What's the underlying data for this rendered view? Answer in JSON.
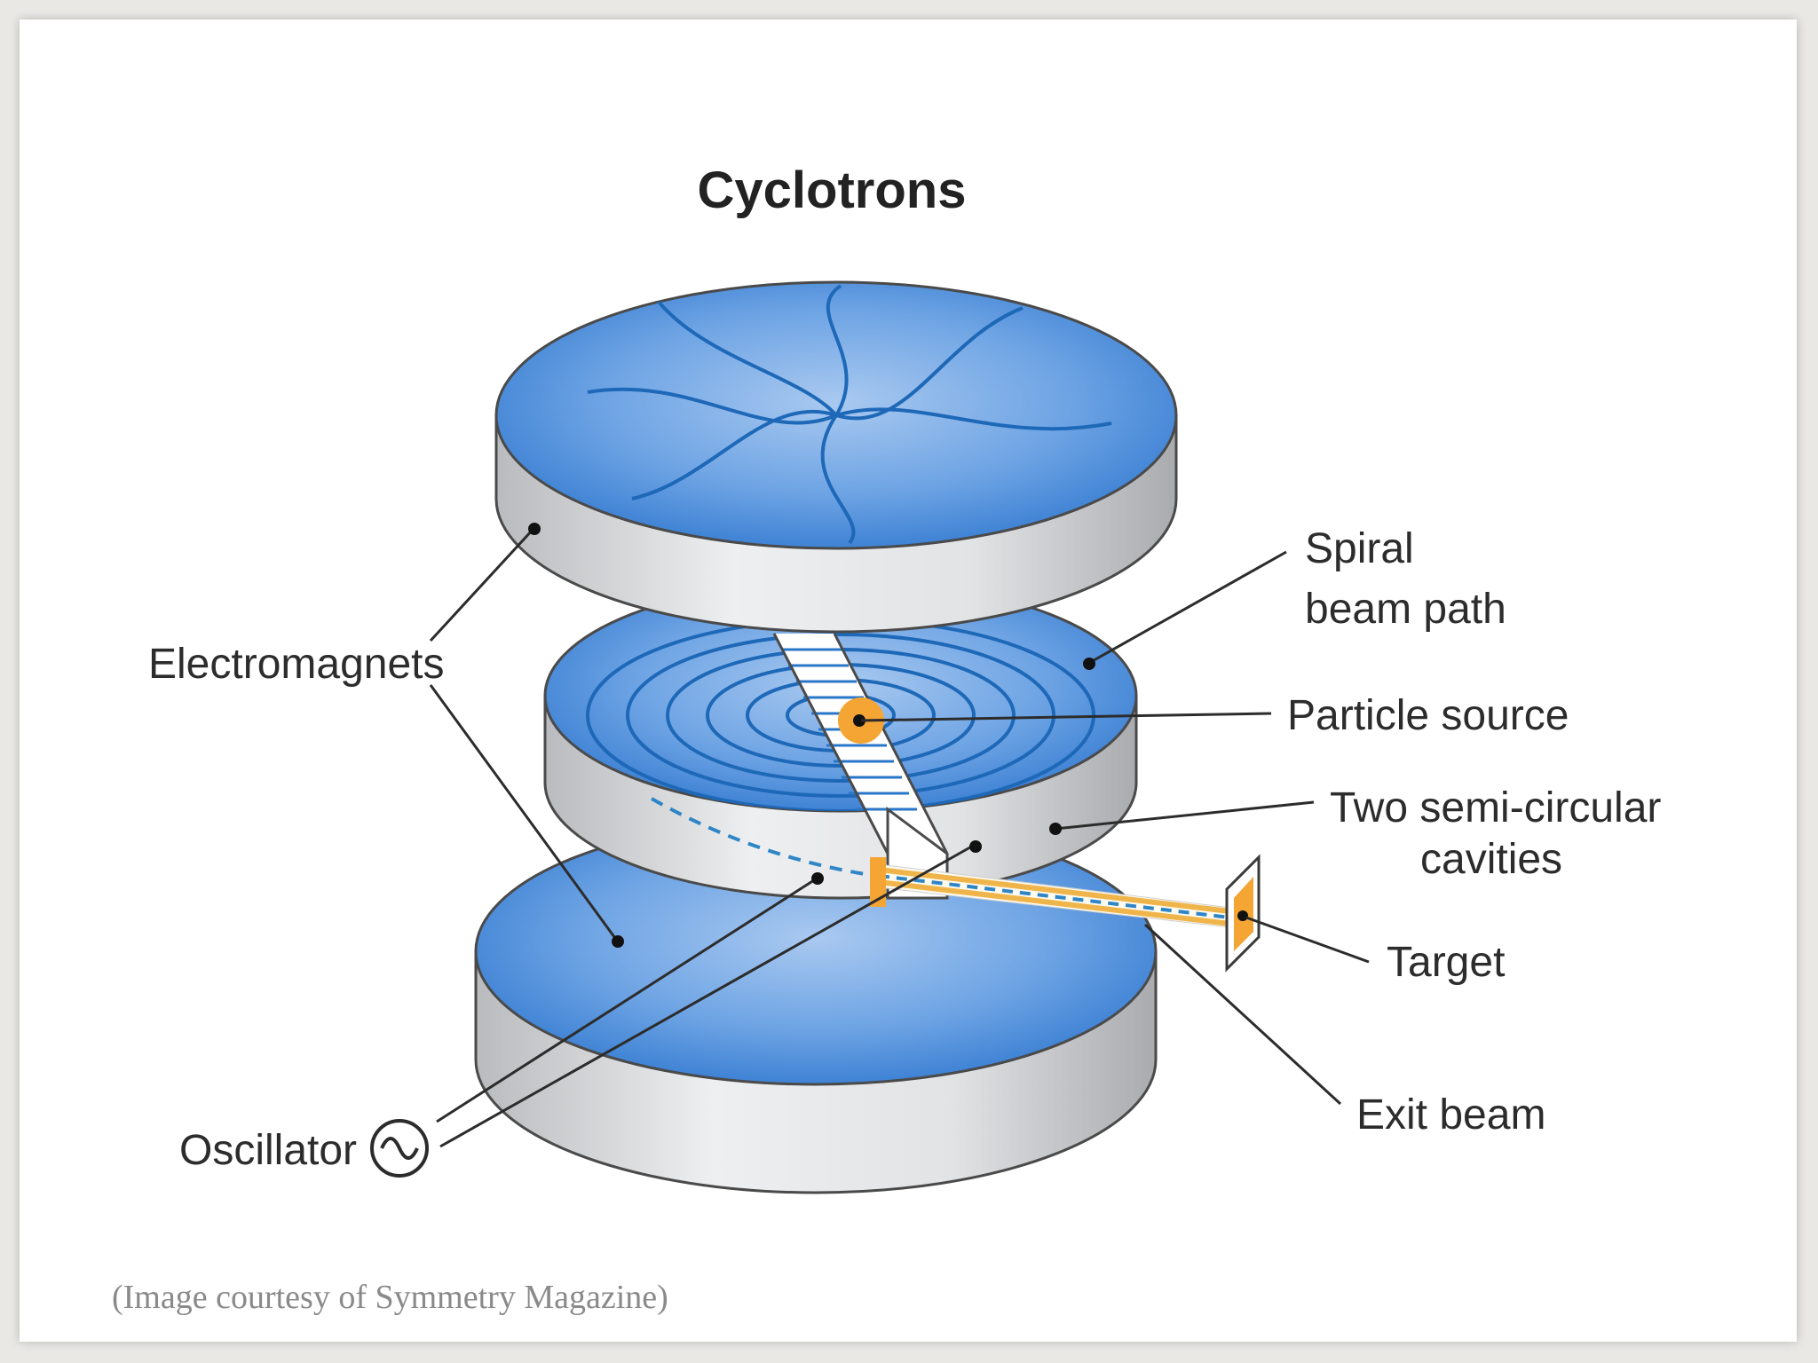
{
  "title": "Cyclotrons",
  "labels": {
    "electromagnets": "Electromagnets",
    "spiral_line1": "Spiral",
    "spiral_line2": "beam path",
    "particle_source": "Particle source",
    "cavities_line1": "Two semi-circular",
    "cavities_line2": "cavities",
    "target": "Target",
    "exit_beam": "Exit beam",
    "oscillator": "Oscillator"
  },
  "caption": "(Image courtesy of Symmetry Magazine)",
  "colors": {
    "disc_blue": "#3c86d8",
    "disc_blue_light": "#9cc0ec",
    "side_gray": "#d9dadc",
    "source_orange": "#f4a534",
    "beam_dash": "#2f86c6"
  },
  "icons": {
    "oscillator": "sine-wave-icon"
  }
}
